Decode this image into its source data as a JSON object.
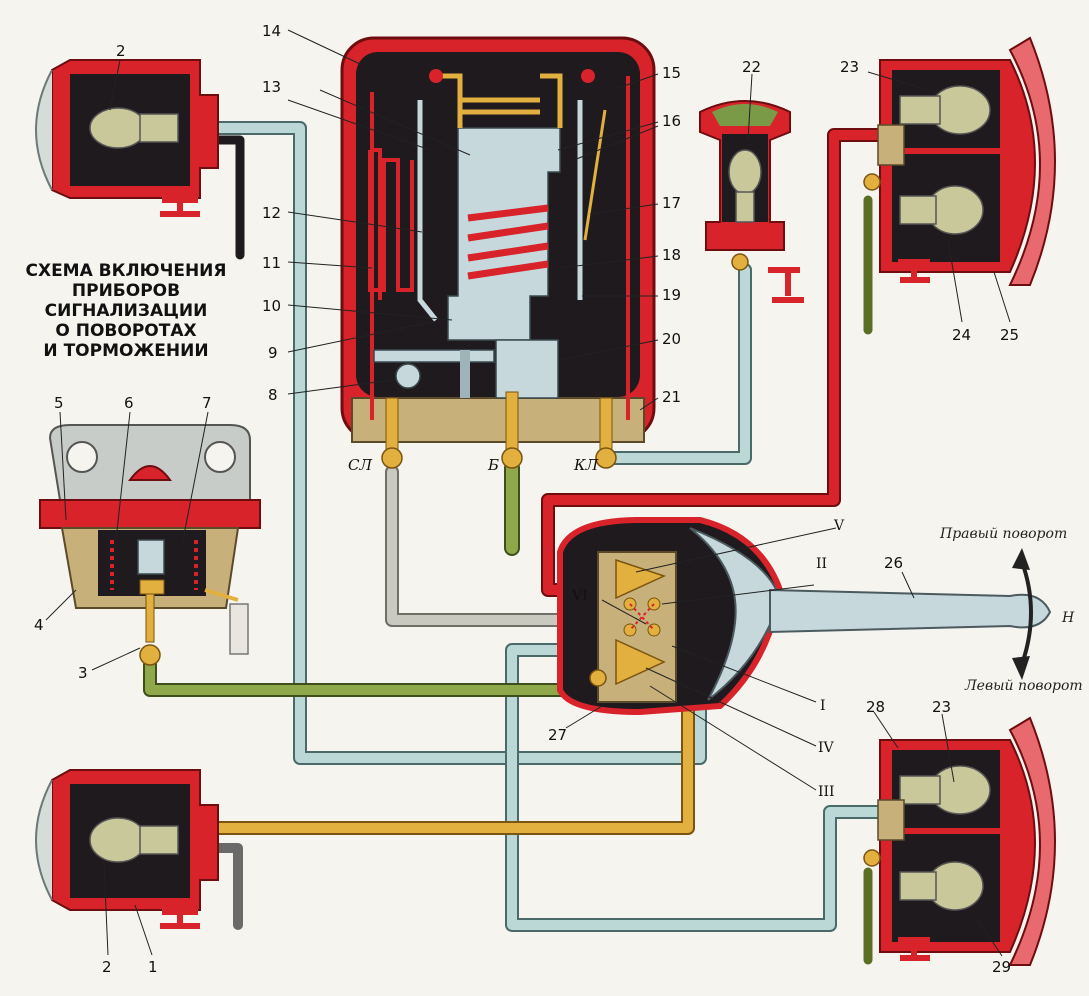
{
  "title_lines": [
    "СХЕМА ВКЛЮЧЕНИЯ",
    "ПРИБОРОВ",
    "СИГНАЛИЗАЦИИ",
    "О ПОВОРОТАХ",
    "И ТОРМОЖЕНИИ"
  ],
  "terminals": {
    "sl": "СЛ",
    "b": "Б",
    "kl": "КЛ"
  },
  "directions": {
    "right": "Правый поворот",
    "left": "Левый поворот",
    "neutral": "Н"
  },
  "callouts": {
    "c1": "1",
    "c2a": "2",
    "c2b": "2",
    "c3": "3",
    "c4": "4",
    "c5": "5",
    "c6": "6",
    "c7": "7",
    "c8": "8",
    "c9": "9",
    "c10": "10",
    "c11": "11",
    "c12": "12",
    "c13": "13",
    "c14": "14",
    "c15": "15",
    "c16": "16",
    "c17": "17",
    "c18": "18",
    "c19": "19",
    "c20": "20",
    "c21": "21",
    "c22": "22",
    "c23a": "23",
    "c23b": "23",
    "c24": "24",
    "c25": "25",
    "c26": "26",
    "c27": "27",
    "c28": "28",
    "c29": "29"
  },
  "romans": {
    "r1": "I",
    "r2": "II",
    "r3": "III",
    "r4": "IV",
    "r5": "V",
    "r6": "VI"
  },
  "colors": {
    "housing_red": "#d8232a",
    "housing_dark": "#1f1a1e",
    "wire_blue": "#bcd8d6",
    "wire_green": "#7e9a3a",
    "wire_yellow": "#e2b03e",
    "wire_red": "#d8232a",
    "wire_grey": "#bcbcb4",
    "metal": "#c6d8dc",
    "bulb": "#c8c89a"
  }
}
